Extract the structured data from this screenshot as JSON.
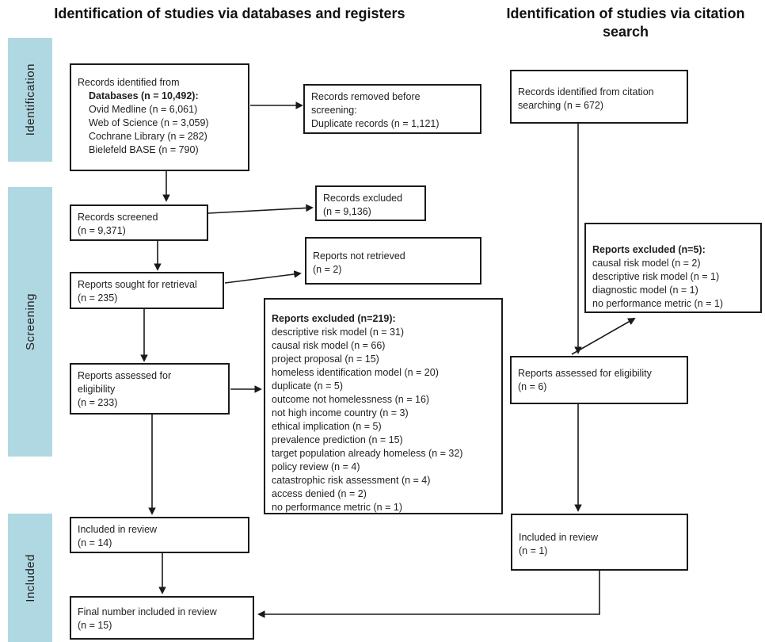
{
  "colors": {
    "band_fill": "#b0d8e2",
    "box_border": "#1a1a1a",
    "arrow": "#1a1a1a",
    "text": "#1f1f1f",
    "background": "#ffffff"
  },
  "titles": {
    "databases": "Identification of studies via databases and registers",
    "citation": "Identification of studies via citation search"
  },
  "sidebar": {
    "identification": "Identification",
    "screening": "Screening",
    "included": "Included"
  },
  "boxes": {
    "records_identified": {
      "intro": "Records identified from",
      "subtitle": "Databases (n = 10,492):",
      "items": [
        "Ovid Medline (n = 6,061)",
        "Web of Science (n = 3,059)",
        "Cochrane Library (n = 282)",
        "Bielefeld BASE (n = 790)"
      ]
    },
    "records_removed": {
      "lines": [
        "Records removed before",
        "screening:",
        "Duplicate records (n = 1,121)"
      ]
    },
    "citation_identified": {
      "lines": [
        "Records identified from citation",
        "searching (n = 672)"
      ]
    },
    "records_screened": {
      "lines": [
        "Records screened",
        "(n = 9,371)"
      ]
    },
    "records_excluded": {
      "lines": [
        "Records excluded",
        "(n = 9,136)"
      ]
    },
    "reports_sought": {
      "lines": [
        "Reports sought for retrieval",
        "(n = 235)"
      ]
    },
    "reports_not_retrieved": {
      "lines": [
        "Reports not retrieved",
        "(n = 2)"
      ]
    },
    "reports_excluded_databases": {
      "title": "Reports excluded (n=219):",
      "items": [
        "descriptive risk model (n = 31)",
        "causal risk model (n = 66)",
        "project proposal (n = 15)",
        "homeless identification model (n = 20)",
        "duplicate (n = 5)",
        "outcome not homelessness (n = 16)",
        "not high income country (n = 3)",
        "ethical implication (n = 5)",
        "prevalence prediction (n = 15)",
        "target population already homeless (n = 32)",
        "policy review (n = 4)",
        "catastrophic risk assessment (n = 4)",
        "access denied (n = 2)",
        "no performance metric (n = 1)"
      ]
    },
    "reports_excluded_citation": {
      "title": "Reports excluded (n=5):",
      "items": [
        "causal risk model (n = 2)",
        "descriptive risk model (n = 1)",
        "diagnostic model (n = 1)",
        "no performance metric (n = 1)"
      ]
    },
    "reports_assessed_databases": {
      "lines": [
        "Reports assessed for",
        "eligibility",
        "(n = 233)"
      ]
    },
    "reports_assessed_citation": {
      "lines": [
        "Reports assessed for eligibility",
        "(n = 6)"
      ]
    },
    "included_databases": {
      "lines": [
        "Included in review",
        "(n = 14)"
      ]
    },
    "included_citation": {
      "lines": [
        "Included in review",
        "(n = 1)"
      ]
    },
    "final_number": {
      "lines": [
        "Final number included in review",
        "(n = 15)"
      ]
    }
  }
}
